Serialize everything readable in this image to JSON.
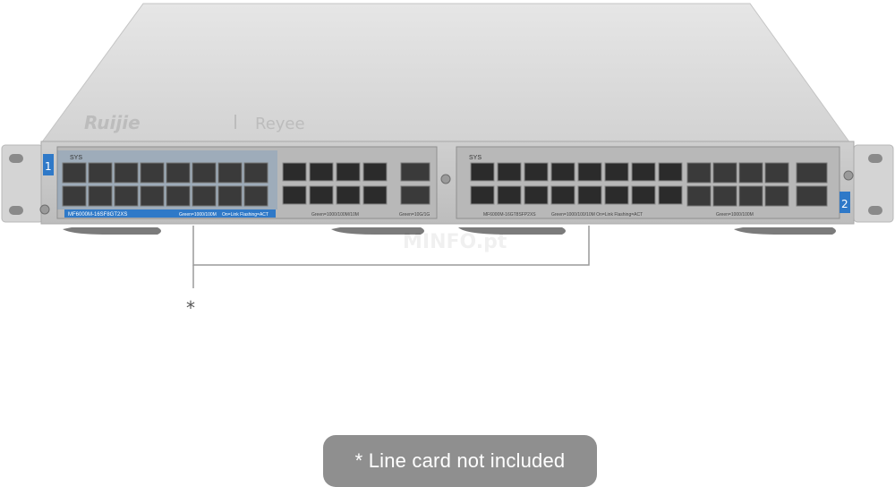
{
  "device": {
    "brand_logo": "Ruijie",
    "sub_brand": "Reyee",
    "slot_1_number": "1",
    "slot_2_number": "2",
    "card_1_model": "MF6000M-16SF8GT2XS",
    "card_1_legend_a": "Green=1000/100M",
    "card_1_legend_b": "On=Link Flashing=ACT",
    "card_1_rj45_legend": "Green=1000/100M/10M",
    "card_1_xs_legend": "Green=10G/1G",
    "card_2_model": "MF6000M-16GT8SFP2XS",
    "card_2_legend": "Green=1000/100/10M On=Link Flashing=ACT",
    "card_2_sfp_legend": "Green=1000/100M",
    "sys_label": "SYS"
  },
  "watermark": "MINFO.pt",
  "callout_marker": "*",
  "note": "* Line card not included",
  "colors": {
    "chassis": "#dcdcdc",
    "blue_accent": "#2f79c8",
    "note_bg": "#8f8f8f",
    "note_text": "#ffffff"
  }
}
